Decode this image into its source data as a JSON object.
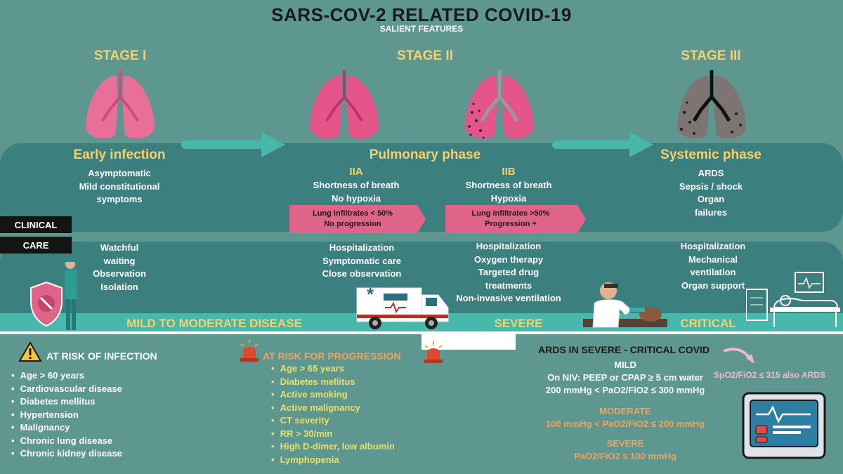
{
  "title": "SARS-COV-2 RELATED COVID-19",
  "subtitle": "SALIENT FEATURES",
  "stages": [
    {
      "label": "STAGE I",
      "phase": "Early infection",
      "lines": [
        "Asymptomatic",
        "Mild constitutional",
        "symptoms"
      ]
    },
    {
      "label": "STAGE II",
      "phase": "Pulmonary phase"
    },
    {
      "label": "STAGE III",
      "phase": "Systemic phase",
      "lines": [
        "ARDS",
        "Sepsis / shock",
        "Organ",
        "failures"
      ]
    }
  ],
  "stage2": {
    "a": {
      "label": "IIA",
      "lines": [
        "Shortness of breath",
        "No hypoxia"
      ],
      "box": [
        "Lung infiltrates < 50%",
        "No progression"
      ]
    },
    "b": {
      "label": "IIB",
      "lines": [
        "Shortness of breath",
        "Hypoxia"
      ],
      "box": [
        "Lung infiltrates  >50%",
        "Progression +"
      ]
    }
  },
  "labels": {
    "clinical": "CLINICAL",
    "care": "CARE"
  },
  "care": [
    [
      "Watchful",
      "waiting",
      "Observation",
      "Isolation"
    ],
    [
      "Hospitalization",
      "Symptomatic care",
      "Close observation"
    ],
    [
      "Hospitalization",
      "Oxygen therapy",
      "Targeted drug",
      "treatments",
      "Non-invasive ventilation"
    ],
    [
      "Hospitalization",
      "Mechanical",
      "ventilation",
      "Organ support"
    ]
  ],
  "severity": {
    "mild": "MILD TO MODERATE DISEASE",
    "severe": "SEVERE",
    "critical": "CRITICAL"
  },
  "risk_infection": {
    "title": "AT RISK OF INFECTION",
    "items": [
      "Age > 60 years",
      "Cardiovascular disease",
      "Diabetes mellitus",
      "Hypertension",
      "Malignancy",
      "Chronic lung disease",
      "Chronic kidney disease"
    ]
  },
  "risk_progression": {
    "title": "AT RISK FOR PROGRESSION",
    "items": [
      "Age > 65 years",
      "Diabetes mellitus",
      "Active smoking",
      "Active malignancy",
      "CT severity",
      "RR > 30/min",
      "High D-dimer, low albumin",
      "Lymphopenia"
    ]
  },
  "ards": {
    "title": "ARDS IN SEVERE - CRITICAL COVID",
    "mild_label": "MILD",
    "mild_lines": [
      "On NIV: PEEP or CPAP ≥ 5 cm water",
      "200 mmHg < PaO2/FiO2 ≤ 300 mmHg"
    ],
    "moderate_label": "MODERATE",
    "moderate_line": "100 mmHg < PaO2/FiO2 ≤ 200 mmHg",
    "severe_label": "SEVERE",
    "severe_line": "PaO2/FiO2 ≤ 100 mmHg",
    "spo2_note": "SpO2/FiO2 ≤ 315 also ARDS"
  },
  "ambulance_symbol": "*",
  "colors": {
    "background": "#5e9690",
    "band": "#3b7f7f",
    "strip": "#48b7ac",
    "yellow": "#f4d06f",
    "pink": "#e0648a",
    "arrow": "#48b7ac"
  }
}
